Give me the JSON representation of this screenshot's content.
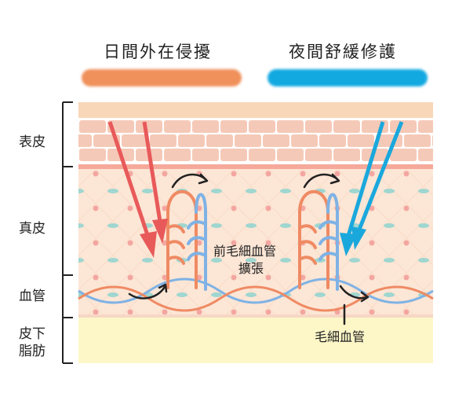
{
  "header": {
    "left_title": "日間外在侵擾",
    "right_title": "夜間舒緩修護",
    "left_color": "#f0905a",
    "right_color": "#12a9e0"
  },
  "layers": {
    "epidermis": "表皮",
    "dermis": "真皮",
    "vessel": "血管",
    "subcutis_line1": "皮下",
    "subcutis_line2": "脂肪"
  },
  "annotations": {
    "dilated_line1": "前毛細血管",
    "dilated_line2": "擴張",
    "capillary": "毛細血管"
  },
  "colors": {
    "skin_top": "#f8d6b8",
    "brick": "#f5c9b7",
    "dermis_bg": "#fce6d6",
    "fat": "#fdf7c8",
    "red_arrow": "#e85a5a",
    "blue_arrow": "#1aa8dc",
    "orange_vessel": "#ef8a63",
    "blue_vessel": "#7fb2e5",
    "dot_pink": "#f3a6a0",
    "dot_teal": "#9fd6d0"
  }
}
